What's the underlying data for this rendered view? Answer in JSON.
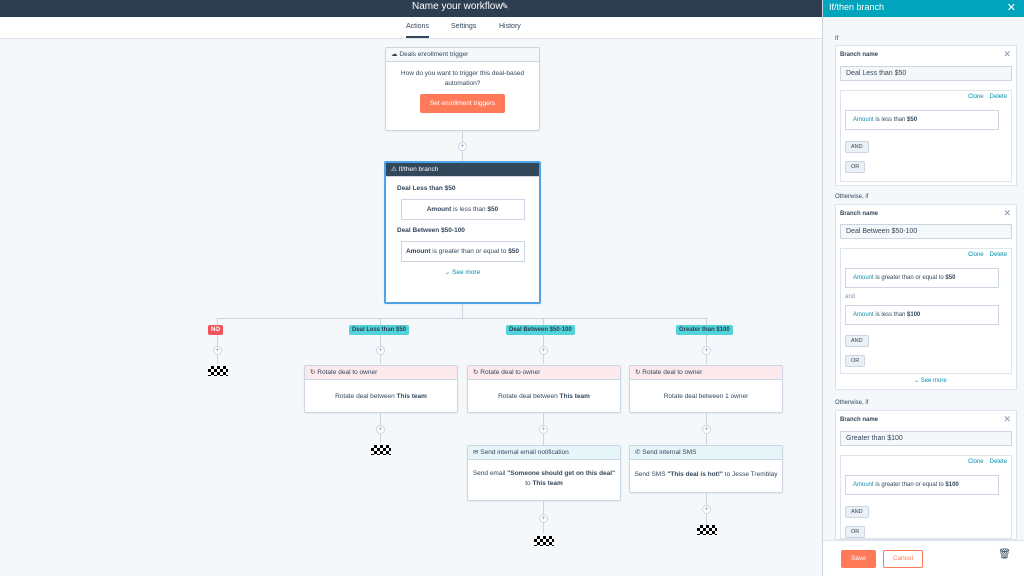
{
  "header": {
    "title": "Name your workflow",
    "edit_icon": "pencil-icon"
  },
  "tabs": [
    {
      "label": "Actions"
    },
    {
      "label": "Settings"
    },
    {
      "label": "History"
    }
  ],
  "trigger": {
    "title": "Deals enrollment trigger",
    "question": "How do you want to trigger this deal-based",
    "question2": "automation?",
    "button": "Set enrollment triggers"
  },
  "ifthen_card": {
    "title": "If/then branch",
    "branch1_name": "Deal Less than $50",
    "branch1_prop": "Amount",
    "branch1_op": " is less than ",
    "branch1_val": "$50",
    "branch2_name": "Deal Between $50-100",
    "branch2_prop": "Amount",
    "branch2_op": " is greater than or equal to ",
    "branch2_val": "$50",
    "see_more": "See more"
  },
  "branch_labels": [
    "NO",
    "Deal Less than $50",
    "Deal Between $50-100",
    "Greater than $100"
  ],
  "actions": {
    "rotate_title": "Rotate deal to owner",
    "rotate1_text": "Rotate deal between ",
    "rotate1_bold": "This team",
    "rotate2_text": "Rotate deal between ",
    "rotate2_bold": "This team",
    "rotate3_text": "Rotate deal between 1 owner",
    "email_title": "Send internal email notification",
    "email_text1": "Send email ",
    "email_bold": "\"Someone should get on this deal\"",
    "email_text2": "to ",
    "email_bold2": "This team",
    "sms_title": "Send internal SMS",
    "sms_text1": "Send SMS ",
    "sms_bold": "\"This deal is hot!\"",
    "sms_text2": " to Jesse Tremblay"
  },
  "panel": {
    "title": "If/then branch",
    "if_label": "If",
    "otherwise_label": "Otherwise, if",
    "branch_name_label": "Branch name",
    "clone": "Clone",
    "delete": "Delete",
    "and_label": "AND",
    "or_label": "OR",
    "and_text": "and",
    "see_more": "See more",
    "branches": [
      {
        "name": "Deal Less than $50",
        "conds": [
          {
            "prop": "Amount",
            "op": " is less than ",
            "val": "$50"
          }
        ]
      },
      {
        "name": "Deal Between $50-100",
        "conds": [
          {
            "prop": "Amount",
            "op": " is greater than or equal to ",
            "val": "$50"
          },
          {
            "prop": "Amount",
            "op": " is less than ",
            "val": "$100"
          }
        ]
      },
      {
        "name": "Greater than $100",
        "conds": [
          {
            "prop": "Amount",
            "op": " is greater than or equal to ",
            "val": "$100"
          }
        ]
      }
    ],
    "save": "Save",
    "cancel": "Cancel"
  }
}
